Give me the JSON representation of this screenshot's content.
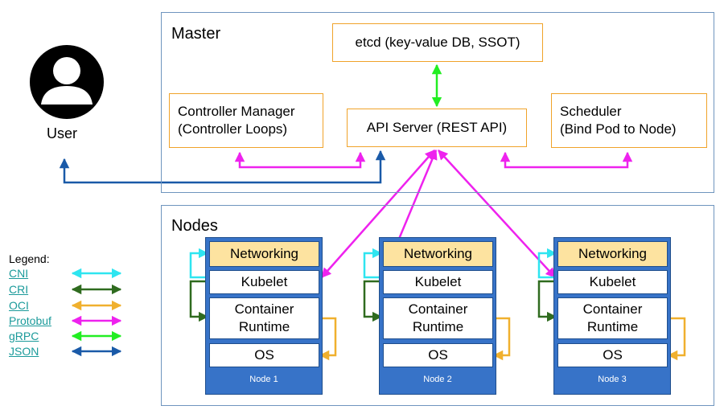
{
  "user": {
    "label": "User"
  },
  "master": {
    "title": "Master",
    "etcd": "etcd (key-value DB, SSOT)",
    "controller_manager": [
      "Controller Manager",
      "(Controller Loops)"
    ],
    "api_server": "API Server (REST API)",
    "scheduler": [
      "Scheduler",
      "(Bind Pod to Node)"
    ]
  },
  "nodes": {
    "title": "Nodes",
    "items": [
      {
        "networking": "Networking",
        "kubelet": "Kubelet",
        "runtime": [
          "Container",
          "Runtime"
        ],
        "os": "OS",
        "label": "Node 1"
      },
      {
        "networking": "Networking",
        "kubelet": "Kubelet",
        "runtime": [
          "Container",
          "Runtime"
        ],
        "os": "OS",
        "label": "Node 2"
      },
      {
        "networking": "Networking",
        "kubelet": "Kubelet",
        "runtime": [
          "Container",
          "Runtime"
        ],
        "os": "OS",
        "label": "Node 3"
      }
    ]
  },
  "legend": {
    "title": "Legend:",
    "items": [
      {
        "label": "CNI",
        "color": "#2ee5f0"
      },
      {
        "label": "CRI",
        "color": "#2f6b1f"
      },
      {
        "label": "OCI",
        "color": "#f0b02e"
      },
      {
        "label": "Protobuf",
        "color": "#ee22ee"
      },
      {
        "label": "gRPC",
        "color": "#22ee22"
      },
      {
        "label": "JSON",
        "color": "#1a5aa8"
      }
    ]
  },
  "colors": {
    "region_border": "#6f95be",
    "box_border": "#f0a32a",
    "node_fill": "#3773c8",
    "networking_fill": "#fde3a0"
  }
}
